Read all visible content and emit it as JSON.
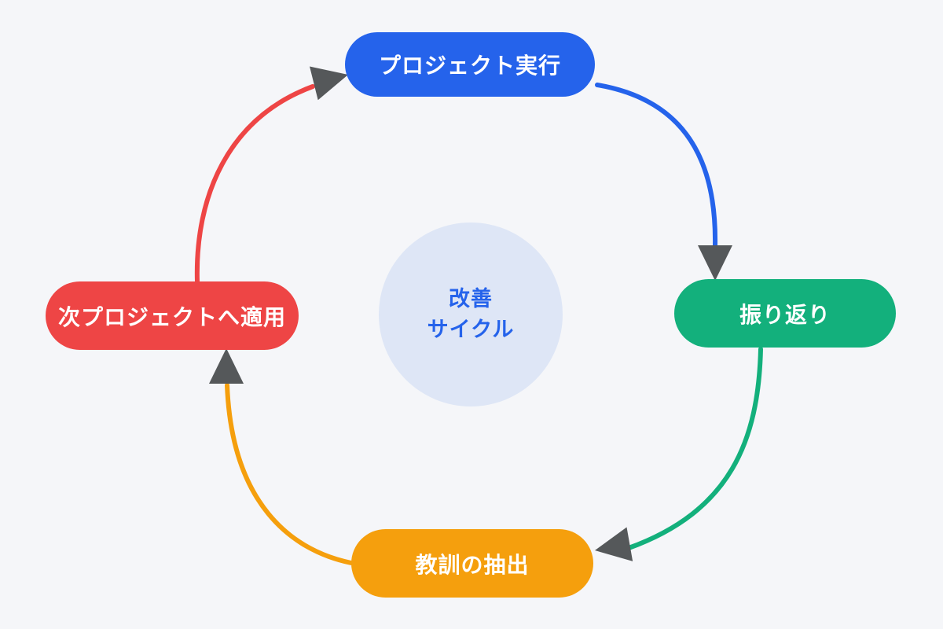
{
  "diagram": {
    "background_color": "#f5f6f9",
    "arrowhead_color": "#55585a",
    "center": {
      "line1": "改善",
      "line2": "サイクル",
      "bg_color": "#dee6f6",
      "text_color": "#2563eb"
    },
    "nodes": [
      {
        "id": "project-execution",
        "label": "プロジェクト実行",
        "position": "top",
        "color": "#2563eb"
      },
      {
        "id": "retrospective",
        "label": "振り返り",
        "position": "right",
        "color": "#13b07c"
      },
      {
        "id": "lesson-extraction",
        "label": "教訓の抽出",
        "position": "bottom",
        "color": "#f59f0d"
      },
      {
        "id": "apply-to-next-project",
        "label": "次プロジェクトへ適用",
        "position": "left",
        "color": "#ee4545"
      }
    ],
    "arrows": [
      {
        "from": "project-execution",
        "to": "retrospective",
        "color": "#2563eb"
      },
      {
        "from": "retrospective",
        "to": "lesson-extraction",
        "color": "#13b07c"
      },
      {
        "from": "lesson-extraction",
        "to": "apply-to-next-project",
        "color": "#f59f0d"
      },
      {
        "from": "apply-to-next-project",
        "to": "project-execution",
        "color": "#ee4545"
      }
    ]
  }
}
